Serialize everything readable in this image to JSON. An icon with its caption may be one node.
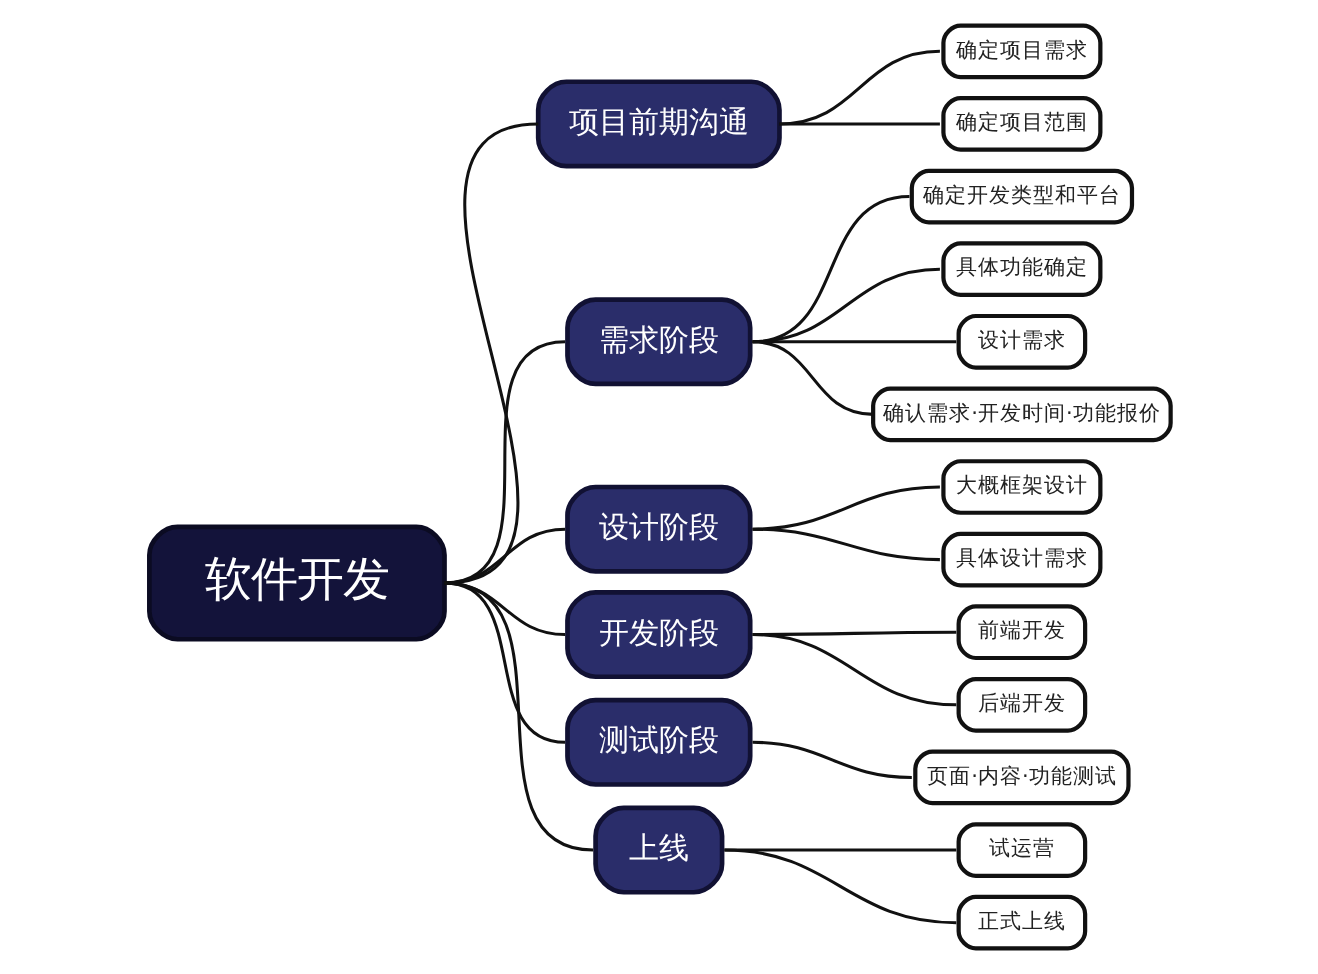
{
  "diagram": {
    "nodes": [
      {
        "text": [
          "软件开发"
        ]
      },
      {
        "text": [
          "项目前期沟通"
        ]
      },
      {
        "text": [
          "确定项目需求"
        ]
      },
      {
        "text": [
          "确定项目范围"
        ]
      },
      {
        "text": [
          "需求阶段"
        ]
      },
      {
        "text": [
          "确定开发类型和平台"
        ]
      },
      {
        "text": [
          "具体功能确定"
        ]
      },
      {
        "text": [
          "设计需求"
        ]
      },
      {
        "text": [
          "确认需求·开发时间·功能报价"
        ]
      },
      {
        "text": [
          "设计阶段"
        ]
      },
      {
        "text": [
          "大概框架设计"
        ]
      },
      {
        "text": [
          "具体设计需求"
        ]
      },
      {
        "text": [
          "开发阶段"
        ]
      },
      {
        "text": [
          "前端开发"
        ]
      },
      {
        "text": [
          "后端开发"
        ]
      },
      {
        "text": [
          "测试阶段"
        ]
      },
      {
        "text": [
          "页面·内容·功能测试"
        ]
      },
      {
        "text": [
          "上线"
        ]
      },
      {
        "text": [
          "试运营"
        ]
      },
      {
        "text": [
          "正式上线"
        ]
      }
    ],
    "edges": [
      {
        "from": 0,
        "to": 1,
        "arrow": "none"
      },
      {
        "from": 1,
        "to": 2,
        "arrow": "none"
      },
      {
        "from": 1,
        "to": 3,
        "arrow": "none"
      },
      {
        "from": 0,
        "to": 4,
        "arrow": "none"
      },
      {
        "from": 4,
        "to": 5,
        "arrow": "none"
      },
      {
        "from": 4,
        "to": 6,
        "arrow": "none"
      },
      {
        "from": 4,
        "to": 7,
        "arrow": "none"
      },
      {
        "from": 4,
        "to": 8,
        "arrow": "none"
      },
      {
        "from": 0,
        "to": 9,
        "arrow": "none"
      },
      {
        "from": 9,
        "to": 10,
        "arrow": "none"
      },
      {
        "from": 9,
        "to": 11,
        "arrow": "none"
      },
      {
        "from": 0,
        "to": 12,
        "arrow": "none"
      },
      {
        "from": 12,
        "to": 13,
        "arrow": "none"
      },
      {
        "from": 12,
        "to": 14,
        "arrow": "none"
      },
      {
        "from": 0,
        "to": 15,
        "arrow": "none"
      },
      {
        "from": 15,
        "to": 16,
        "arrow": "none"
      },
      {
        "from": 0,
        "to": 17,
        "arrow": "none"
      },
      {
        "from": 17,
        "to": 18,
        "arrow": "none"
      },
      {
        "from": 17,
        "to": 19,
        "arrow": "none"
      }
    ]
  }
}
